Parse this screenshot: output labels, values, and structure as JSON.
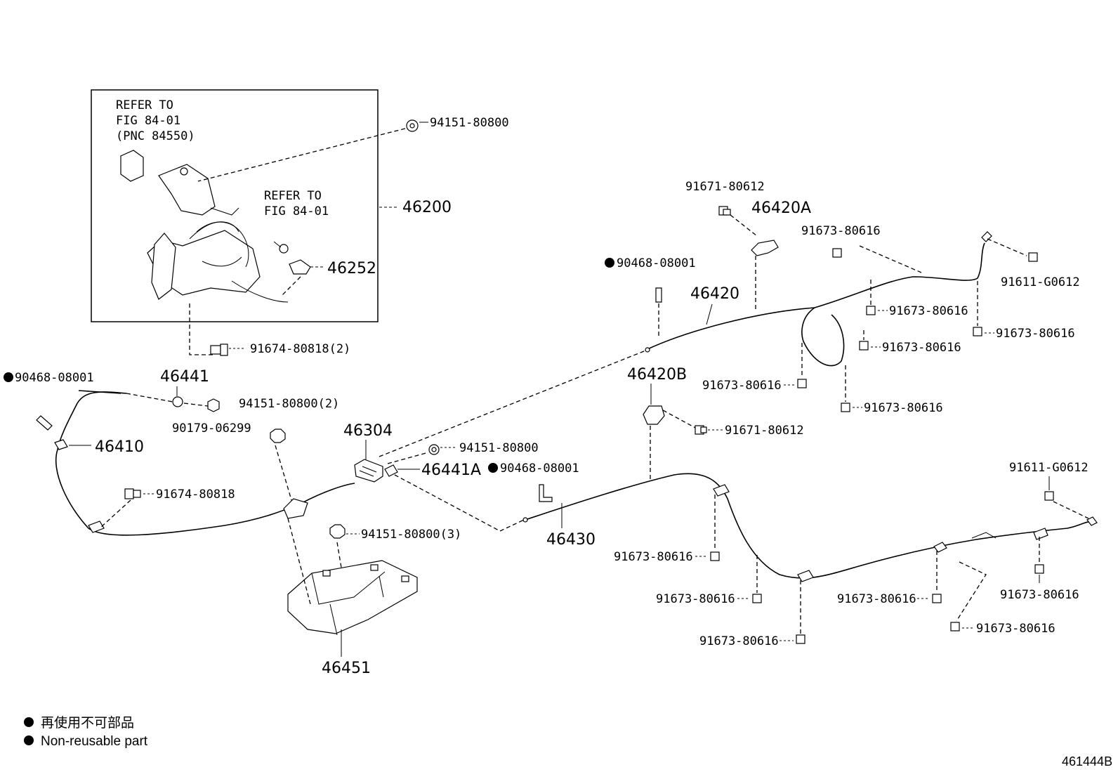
{
  "refer_box": {
    "note1": [
      "REFER TO",
      "FIG 84-01",
      "(PNC 84550)"
    ],
    "note2": [
      "REFER TO",
      "FIG 84-01"
    ]
  },
  "labels": {
    "p94151_80800_top": "94151-80800",
    "p46200": "46200",
    "p46252": "46252",
    "p91674_80818_2": "91674-80818(2)",
    "p90468_08001_left": "90468-08001",
    "p46441": "46441",
    "p90179_06299": "90179-06299",
    "p94151_80800_2": "94151-80800(2)",
    "p46410": "46410",
    "p91674_80818": "91674-80818",
    "p46304": "46304",
    "p94151_80800_mid": "94151-80800",
    "p46441A": "46441A",
    "p94151_80800_3": "94151-80800(3)",
    "p46451": "46451",
    "p91671_80612_top": "91671-80612",
    "p46420A": "46420A",
    "p91673_80616_a": "91673-80616",
    "p90468_08001_mid": "90468-08001",
    "p46420": "46420",
    "p91611_G0612_top": "91611-G0612",
    "p91673_80616_b": "91673-80616",
    "p91673_80616_c": "91673-80616",
    "p91673_80616_d": "91673-80616",
    "p91673_80616_e": "91673-80616",
    "p91673_80616_f": "91673-80616",
    "p46420B": "46420B",
    "p91671_80612_mid": "91671-80612",
    "p90468_08001_low": "90468-08001",
    "p46430": "46430",
    "p91611_G0612_low": "91611-G0612",
    "p91673_80616_g": "91673-80616",
    "p91673_80616_h": "91673-80616",
    "p91673_80616_i": "91673-80616",
    "p91673_80616_j": "91673-80616",
    "p91673_80616_k": "91673-80616",
    "p91673_80616_l": "91673-80616"
  },
  "legend": {
    "jp": "再使用不可部品",
    "en": "Non-reusable part"
  },
  "figure_id": "461444B"
}
